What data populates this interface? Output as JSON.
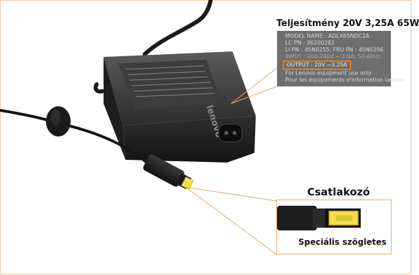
{
  "spec_callout": {
    "title": "Teljesítmény 20V 3,25A 65W",
    "label_lines": [
      "MODEL NAME : ADLX65NDC2A",
      "LC PN : 36200282",
      "LI PN : 45N0255, FRU PN : 45N0256",
      "INPUT : 100-240V ~ 1.5A, 50-60Hz"
    ],
    "highlight_line": "OUTPUT : 20V ⎓3.25A",
    "footer_lines": [
      "For Lenovo equipment use only",
      "Pour les équipements d'information Lenovo"
    ]
  },
  "connector_callout": {
    "title": "Csatlakozó",
    "caption": "Speciális szögletes"
  },
  "adapter": {
    "brand": "lenovo"
  },
  "colors": {
    "accent_orange": "#e8791a",
    "adapter_body": "#2a2a2a",
    "connector_tip": "#f2e04a"
  }
}
